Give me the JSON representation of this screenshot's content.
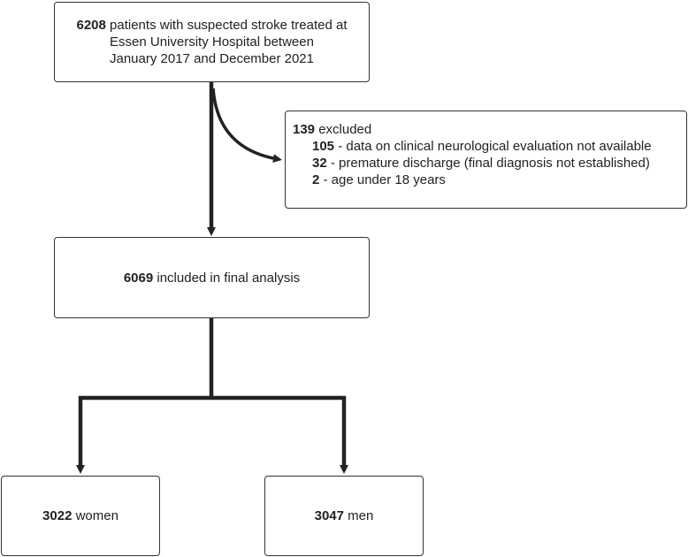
{
  "colors": {
    "stroke": "#222222",
    "border": "#333333",
    "text": "#222222"
  },
  "boxes": {
    "start": {
      "count": "6208",
      "line1": " patients with suspected stroke treated at",
      "line2": "Essen University Hospital between",
      "line3": "January 2017 and December 2021"
    },
    "excluded": {
      "count": "139",
      "label": " excluded",
      "reasons": [
        {
          "count": "105",
          "text": " - data on clinical neurological evaluation not available"
        },
        {
          "count": "32",
          "text": " - premature discharge (final diagnosis not established)"
        },
        {
          "count": "2",
          "text": " - age under 18 years"
        }
      ]
    },
    "included": {
      "count": "6069",
      "label": " included in final analysis"
    },
    "women": {
      "count": "3022",
      "label": " women"
    },
    "men": {
      "count": "3047",
      "label": " men"
    }
  }
}
